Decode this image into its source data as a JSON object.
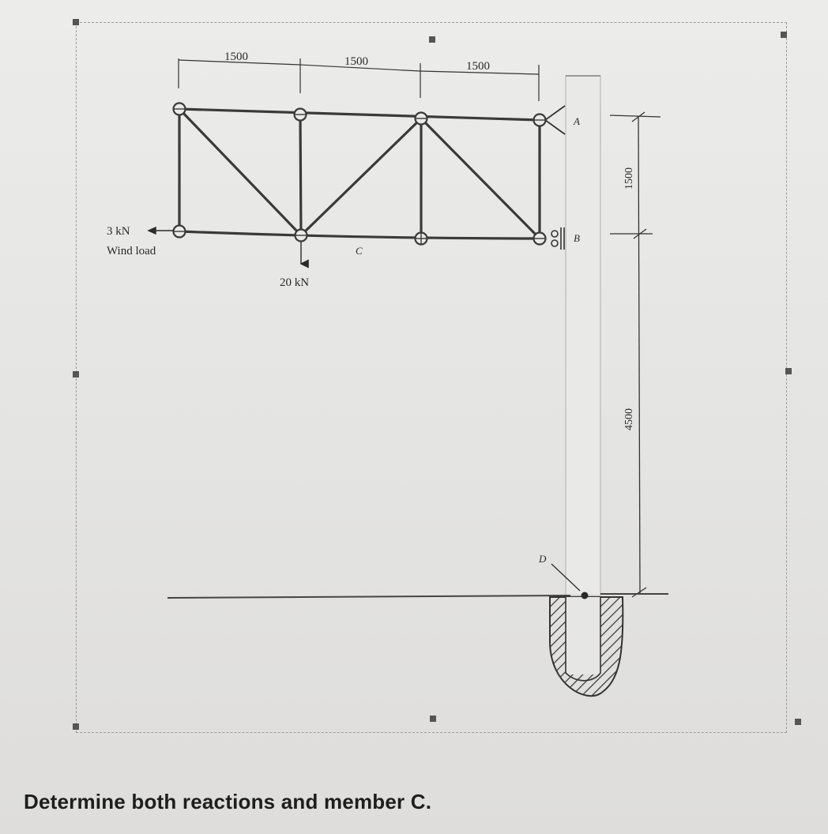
{
  "dimensions": {
    "top_span_1": "1500",
    "top_span_2": "1500",
    "top_span_3": "1500",
    "right_upper": "1500",
    "right_lower": "4500"
  },
  "loads": {
    "wind_value": "3 kN",
    "wind_label": "Wind load",
    "point_load": "20 kN"
  },
  "labels": {
    "support_a": "A",
    "support_b": "B",
    "member_c": "C",
    "point_d": "D"
  },
  "caption": "Determine both reactions and member C."
}
